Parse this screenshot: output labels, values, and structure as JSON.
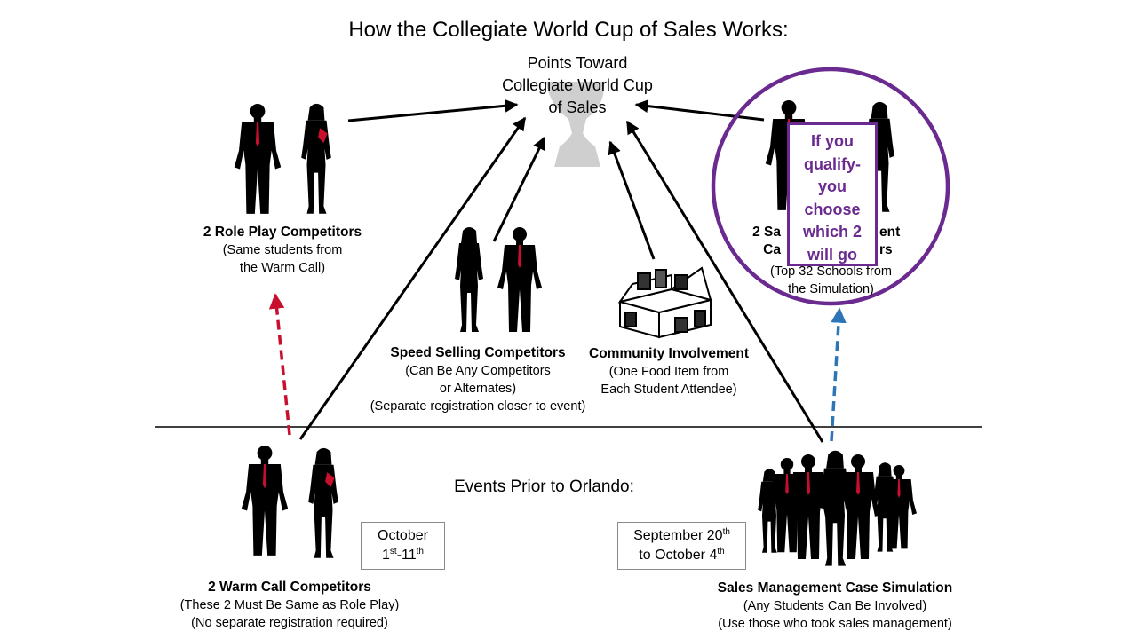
{
  "title": "How the Collegiate World Cup of Sales Works:",
  "goal": {
    "line1": "Points Toward",
    "line2": "Collegiate World Cup",
    "line3": "of Sales"
  },
  "role_play": {
    "heading": "2 Role Play Competitors",
    "line1": "(Same students from",
    "line2": "the Warm Call)"
  },
  "speed_selling": {
    "heading": "Speed Selling Competitors",
    "line1": "(Can Be Any Competitors",
    "line2": "or Alternates)",
    "line3": "(Separate registration closer to event)"
  },
  "community": {
    "heading": "Community Involvement",
    "line1": "(One Food Item from",
    "line2": "Each Student Attendee)"
  },
  "sales_mgmt_top": {
    "heading_left": "2 Sa",
    "heading_right": "ent",
    "line1_left": "Ca",
    "line1_right": "rs",
    "line2": "(Top 32 Schools from",
    "line3": "the Simulation)"
  },
  "callout": {
    "line1": "If you",
    "line2": "qualify-",
    "line3": "you",
    "line4": "choose",
    "line5": "which 2",
    "line6": "will go"
  },
  "prior_label": "Events Prior to Orlando:",
  "warm_call": {
    "heading": "2 Warm Call Competitors",
    "line1": "(These 2 Must Be Same as Role Play)",
    "line2": "(No separate registration required)",
    "date_line1": "October",
    "date_day1": "1",
    "date_sup1": "st",
    "date_sep": "-11",
    "date_sup2": "th"
  },
  "simulation": {
    "heading": "Sales Management Case Simulation",
    "line1": "(Any Students Can Be Involved)",
    "line2": "(Use those who took sales management)",
    "date_a": "September 20",
    "date_a_sup": "th",
    "date_b": "to October 4",
    "date_b_sup": "th"
  },
  "colors": {
    "red_arrow": "#c8102e",
    "blue_arrow": "#2e75b6",
    "purple": "#6a2a8f",
    "trophy": "#cfcfcf"
  }
}
